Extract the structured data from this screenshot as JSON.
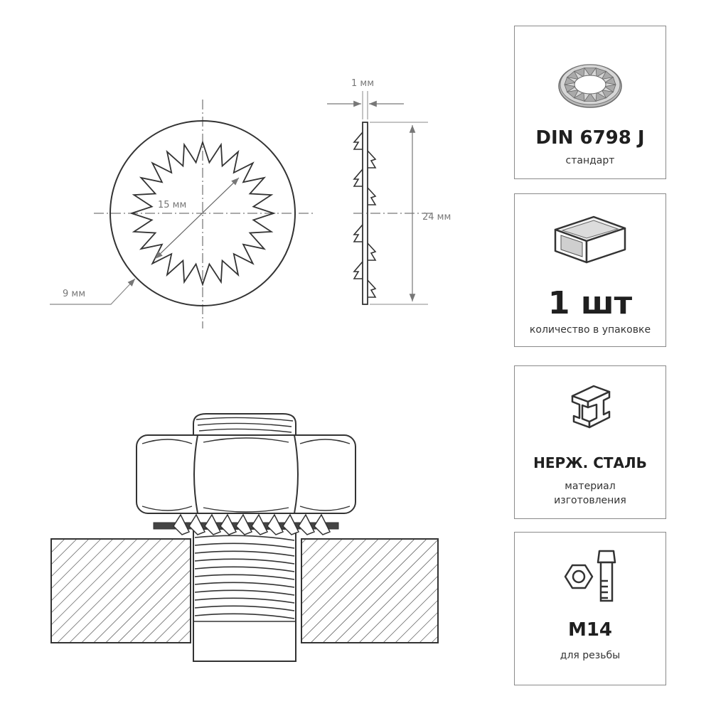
{
  "drawing": {
    "dim_thickness": "1 мм",
    "dim_inner": "15 мм",
    "dim_outer": "24 мм",
    "dim_teeth": "9 мм"
  },
  "cards": {
    "standard": {
      "value": "DIN 6798 J",
      "caption": "стандарт",
      "icon": "lock-washer-icon"
    },
    "quantity": {
      "value": "1 шт",
      "caption": "количество в упаковке",
      "icon": "box-icon"
    },
    "material": {
      "value": "НЕРЖ. СТАЛЬ",
      "caption_line1": "материал",
      "caption_line2": "изготовления",
      "icon": "steel-beam-icon"
    },
    "thread": {
      "value": "M14",
      "caption": "для резьбы",
      "icon": "bolt-nut-icon"
    }
  },
  "colors": {
    "line": "#333333",
    "dim": "#777777",
    "border": "#8a8a8a"
  }
}
